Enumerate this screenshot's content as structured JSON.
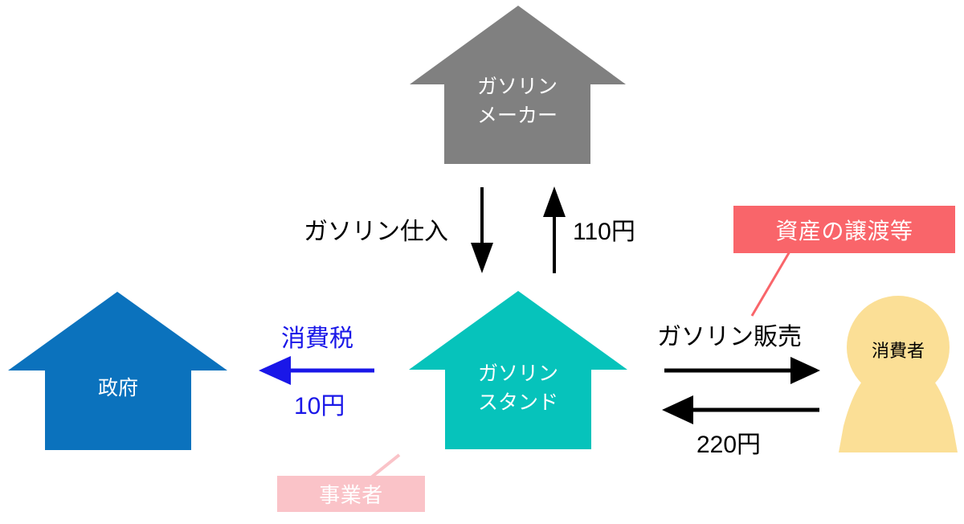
{
  "diagram": {
    "title": "",
    "background": "#ffffff",
    "colors": {
      "maker": "#808080",
      "government": "#0b72bd",
      "station": "#06c3bb",
      "consumer": "#fbdf96",
      "asset_banner": "#f9656a",
      "business_banner": "#fac3c8",
      "tax_arrow": "#1a17e8",
      "plain_arrow": "#000000",
      "leader_red": "#f9656a",
      "leader_pink": "#fac3c8"
    },
    "nodes": [
      {
        "id": "maker",
        "shape": "house-arrow",
        "label": "ガソリン\nメーカー",
        "color": "#808080",
        "text_color": "#ffffff"
      },
      {
        "id": "government",
        "shape": "house-arrow",
        "label": "政府",
        "color": "#0b72bd",
        "text_color": "#ffffff"
      },
      {
        "id": "station",
        "shape": "house-arrow",
        "label": "ガソリン\nスタンド",
        "color": "#06c3bb",
        "text_color": "#ffffff"
      },
      {
        "id": "consumer",
        "shape": "person",
        "label": "消費者",
        "color": "#fbdf96",
        "text_color": "#000000"
      }
    ],
    "banners": [
      {
        "id": "asset-transfer",
        "label": "資産の譲渡等",
        "background": "#f9656a",
        "text_color": "#ffffff"
      },
      {
        "id": "business-operator",
        "label": "事業者",
        "background": "#fac3c8",
        "text_color": "#ffffff"
      }
    ],
    "edges": [
      {
        "id": "gasoline-purchase",
        "label": "ガソリン仕入",
        "direction": "down",
        "from": "station",
        "to": "maker",
        "color": "#000000"
      },
      {
        "id": "payment-110",
        "label": "110円",
        "direction": "up",
        "from": "station",
        "to": "maker",
        "color": "#000000"
      },
      {
        "id": "consumption-tax",
        "label_top": "消費税",
        "label_bottom": "10円",
        "direction": "left",
        "from": "station",
        "to": "government",
        "color": "#1a17e8"
      },
      {
        "id": "gasoline-sale",
        "label": "ガソリン販売",
        "direction": "right",
        "from": "station",
        "to": "consumer",
        "color": "#000000"
      },
      {
        "id": "payment-220",
        "label": "220円",
        "direction": "left",
        "from": "consumer",
        "to": "station",
        "color": "#000000"
      }
    ]
  },
  "labels": {
    "maker": "ガソリン\nメーカー",
    "government": "政府",
    "station": "ガソリン\nスタンド",
    "consumer": "消費者",
    "asset_transfer": "資産の譲渡等",
    "business_operator": "事業者",
    "gasoline_purchase": "ガソリン仕入",
    "yen_110": "110円",
    "consumption_tax": "消費税",
    "yen_10": "10円",
    "gasoline_sale": "ガソリン販売",
    "yen_220": "220円"
  }
}
